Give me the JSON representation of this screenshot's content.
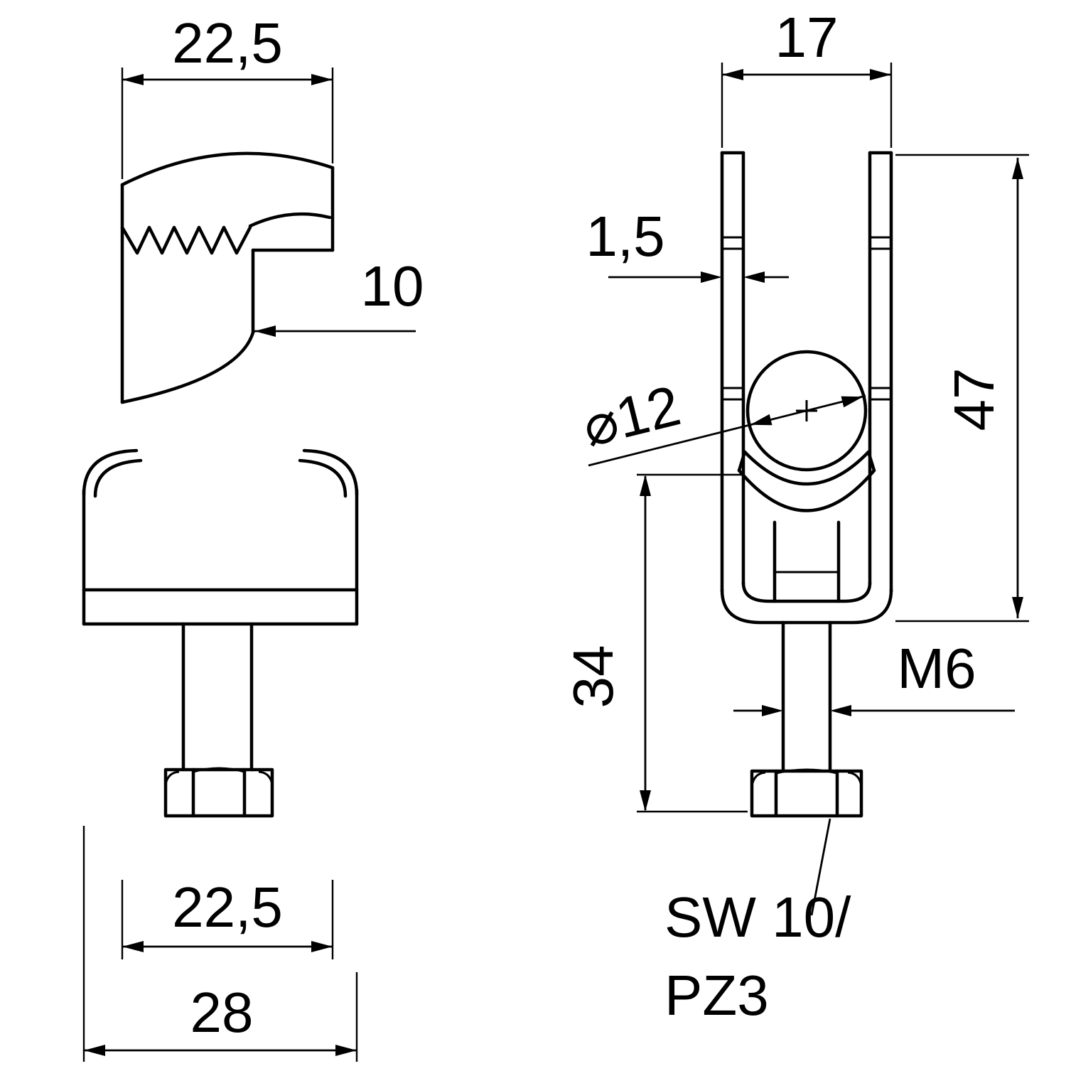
{
  "drawing": {
    "title": "Clamp technical drawing, two views with dimensions",
    "colors": {
      "line": "#000000",
      "background": "#ffffff"
    },
    "side_view": {
      "dim_top_width": "22,5",
      "dim_slot_opening": "10",
      "dim_inner_width_bottom": "22,5",
      "dim_overall_width": "28"
    },
    "front_view": {
      "dim_channel_width": "17",
      "dim_wall_thickness": "1,5",
      "dim_ball_diameter": "⌀12",
      "dim_height": "47",
      "dim_bolt_length": "34",
      "dim_thread": "M6",
      "note_drive_line1": "SW 10/",
      "note_drive_line2": "PZ3"
    }
  }
}
